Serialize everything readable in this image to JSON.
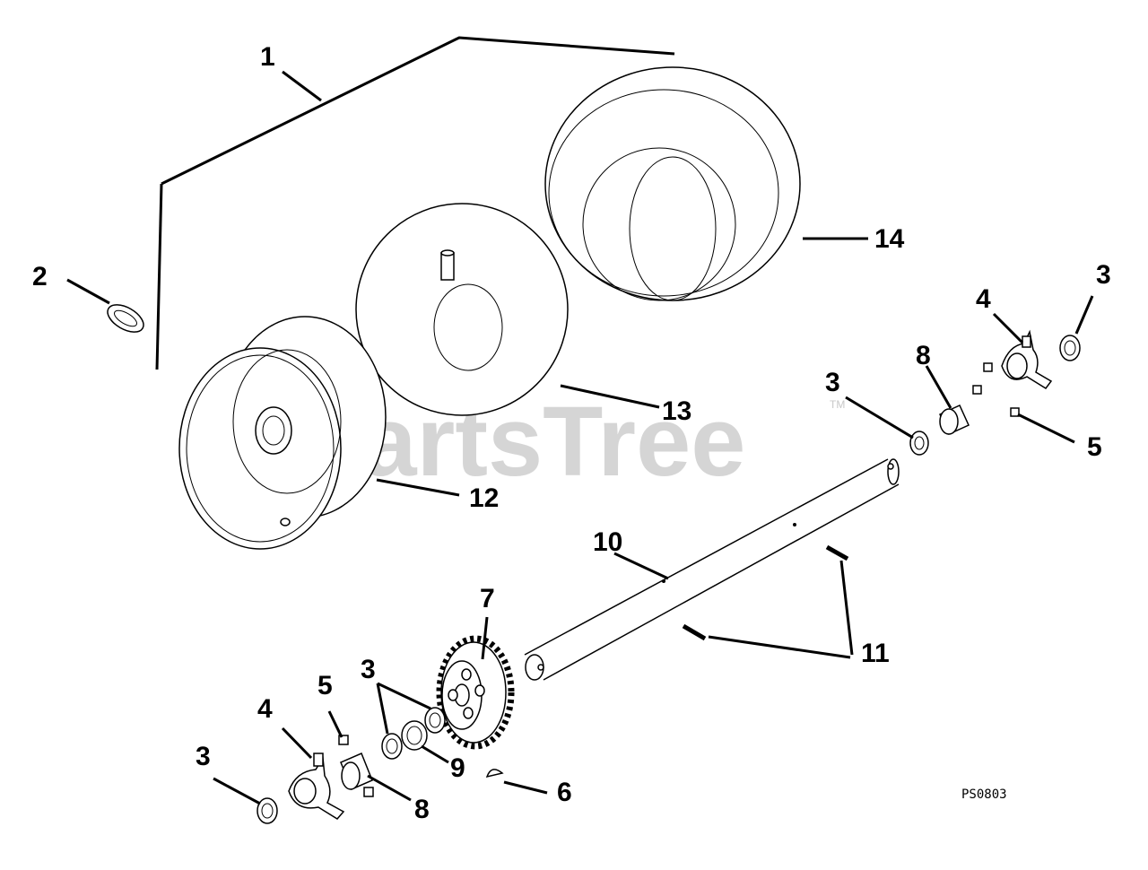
{
  "watermark": {
    "text": "PartsTree",
    "trademark": "TM"
  },
  "drawing_code": "PS0803",
  "callouts": {
    "c1": "1",
    "c2": "2",
    "c3_top_right": "3",
    "c4_top": "4",
    "c8_top": "8",
    "c3_mid": "3",
    "c5_top": "5",
    "c14": "14",
    "c13": "13",
    "c12": "12",
    "c10": "10",
    "c7": "7",
    "c11": "11",
    "c3_lower": "3",
    "c5_lower": "5",
    "c4_lower": "4",
    "c3_bottom_left": "3",
    "c9": "9",
    "c8_bottom": "8",
    "c6": "6"
  }
}
